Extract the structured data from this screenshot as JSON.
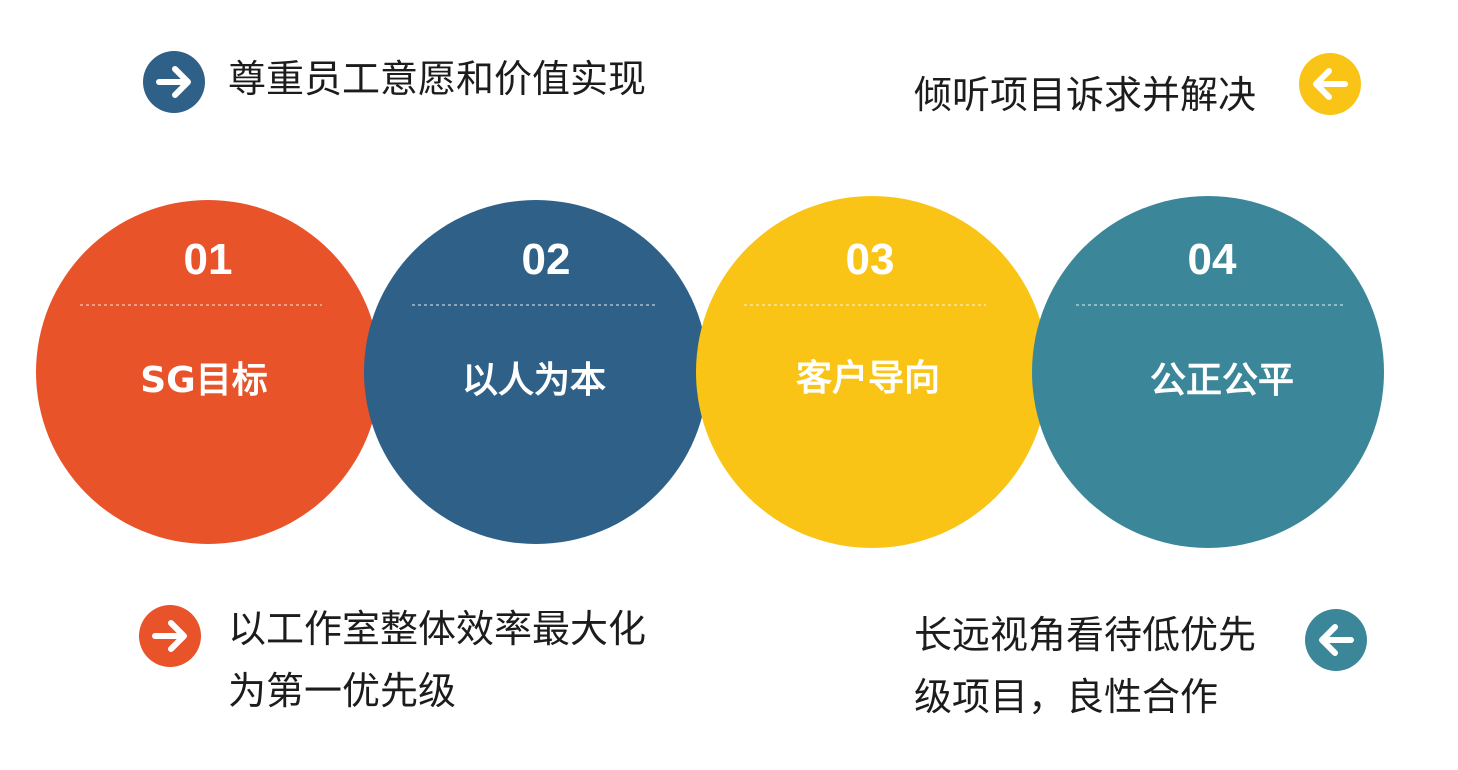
{
  "colors": {
    "orange": "#E8532A",
    "blue": "#2F6088",
    "yellow": "#F9C416",
    "teal": "#3B8799",
    "white": "#ffffff",
    "text": "#1c1c1c"
  },
  "circles": [
    {
      "number": "01",
      "label": "SG目标",
      "color": "#E8532A"
    },
    {
      "number": "02",
      "label": "以人为本",
      "color": "#2F6088"
    },
    {
      "number": "03",
      "label": "客户导向",
      "color": "#F9C416"
    },
    {
      "number": "04",
      "label": "公正公平",
      "color": "#3B8799"
    }
  ],
  "captions": [
    {
      "lines": [
        "尊重员工意愿和价值实现"
      ],
      "icon": "arrow-right-icon",
      "color": "#2F6088"
    },
    {
      "lines": [
        "倾听项目诉求并解决"
      ],
      "icon": "arrow-left-icon",
      "color": "#F9C416"
    },
    {
      "lines": [
        "以工作室整体效率最大化",
        "为第一优先级"
      ],
      "icon": "arrow-right-icon",
      "color": "#E8532A"
    },
    {
      "lines": [
        "长远视角看待低优先",
        "级项目，良性合作"
      ],
      "icon": "arrow-left-icon",
      "color": "#3B8799"
    }
  ]
}
